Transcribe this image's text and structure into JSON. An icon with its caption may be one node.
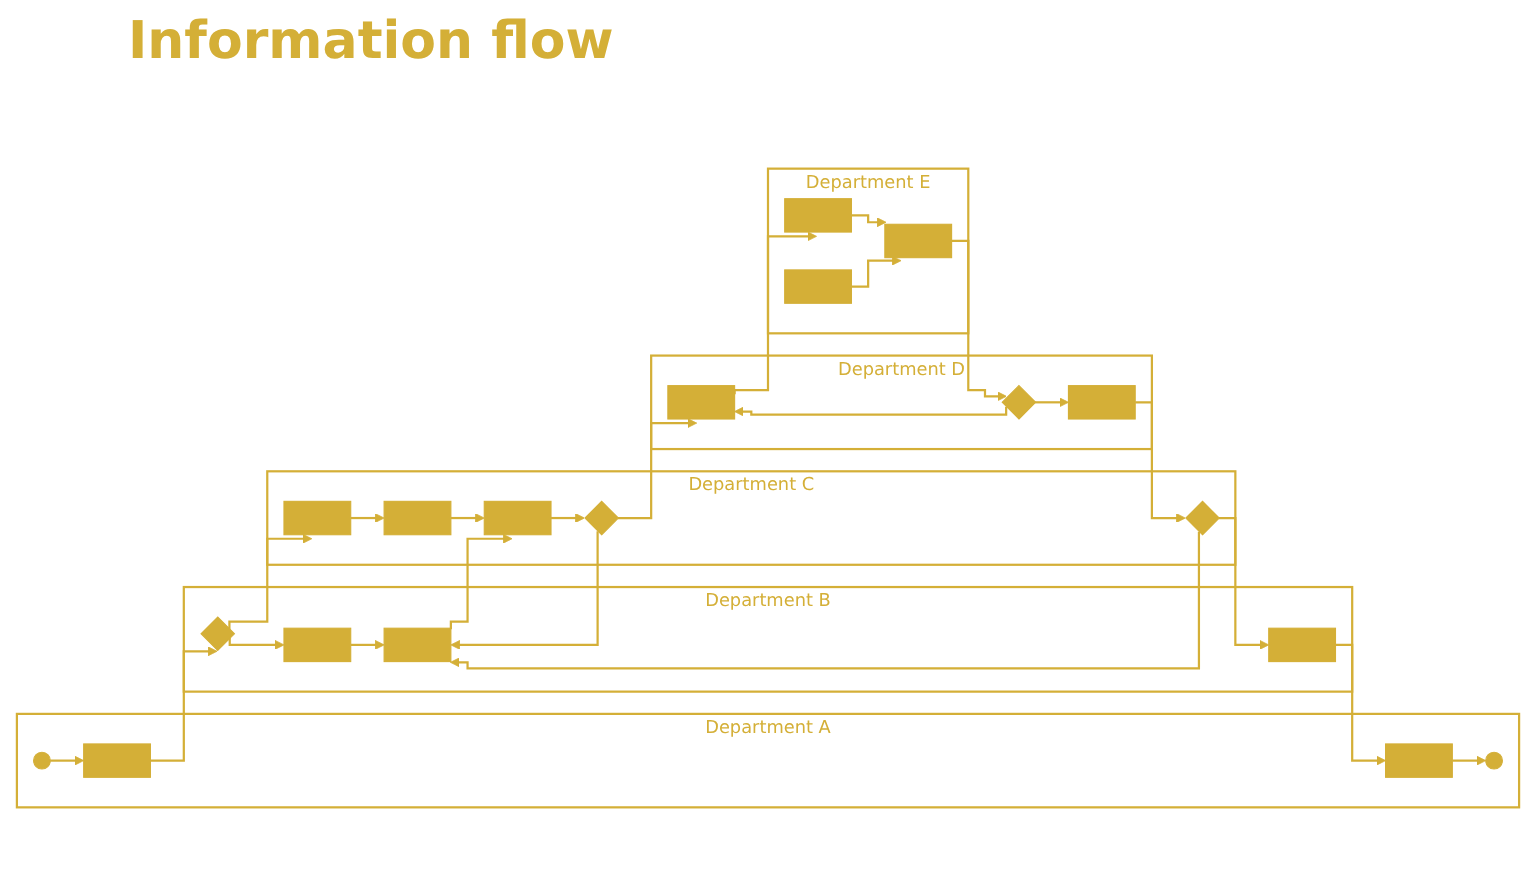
{
  "diagram": {
    "title": "Information flow",
    "nodes": [
      {
        "text": [
          "Department A"
        ]
      },
      {
        "text": [],
        "shape": "circle",
        "in": 0
      },
      {
        "text": [],
        "shape": "box",
        "in": 0
      },
      {
        "text": [],
        "shape": "box",
        "in": 0
      },
      {
        "text": [],
        "shape": "circle",
        "in": 0
      },
      {
        "text": [
          "Department B"
        ]
      },
      {
        "text": [],
        "shape": "diamond",
        "in": 5
      },
      {
        "text": [],
        "shape": "box",
        "in": 5
      },
      {
        "text": [],
        "shape": "box",
        "in": 5
      },
      {
        "text": [],
        "shape": "box",
        "in": 5
      },
      {
        "text": [
          "Department C"
        ]
      },
      {
        "text": [],
        "shape": "box",
        "in": 10
      },
      {
        "text": [],
        "shape": "box",
        "in": 10
      },
      {
        "text": [],
        "shape": "box",
        "in": 10
      },
      {
        "text": [],
        "shape": "diamond",
        "in": 10
      },
      {
        "text": [],
        "shape": "diamond",
        "in": 10
      },
      {
        "text": [
          "Department D"
        ]
      },
      {
        "text": [],
        "shape": "box",
        "in": 16
      },
      {
        "text": [],
        "shape": "diamond",
        "in": 16
      },
      {
        "text": [],
        "shape": "box",
        "in": 16
      },
      {
        "text": [
          "Department E"
        ]
      },
      {
        "text": [],
        "shape": "box",
        "in": 20
      },
      {
        "text": [],
        "shape": "box",
        "in": 20
      },
      {
        "text": [],
        "shape": "box",
        "in": 20
      }
    ],
    "edges": [
      {
        "from": 1,
        "to": 2,
        "arrow": "to"
      },
      {
        "from": 2,
        "to": 6,
        "arrow": "to"
      },
      {
        "from": 6,
        "to": 7,
        "arrow": "to"
      },
      {
        "from": 7,
        "to": 8,
        "arrow": "to"
      },
      {
        "from": 6,
        "to": 11,
        "arrow": "to"
      },
      {
        "from": 8,
        "to": 13,
        "arrow": "to"
      },
      {
        "from": 11,
        "to": 12,
        "arrow": "to"
      },
      {
        "from": 12,
        "to": 13,
        "arrow": "to"
      },
      {
        "from": 13,
        "to": 14,
        "arrow": "to"
      },
      {
        "from": 14,
        "to": 8,
        "arrow": "to"
      },
      {
        "from": 15,
        "to": 8,
        "arrow": "to"
      },
      {
        "from": 14,
        "to": 17,
        "arrow": "to"
      },
      {
        "from": 18,
        "to": 17,
        "arrow": "to"
      },
      {
        "from": 18,
        "to": 19,
        "arrow": "to"
      },
      {
        "from": 19,
        "to": 15,
        "arrow": "to"
      },
      {
        "from": 15,
        "to": 9,
        "arrow": "to"
      },
      {
        "from": 9,
        "to": 3,
        "arrow": "to"
      },
      {
        "from": 3,
        "to": 4,
        "arrow": "to"
      },
      {
        "from": 17,
        "to": 21,
        "arrow": "to"
      },
      {
        "from": 21,
        "to": 22,
        "arrow": "to"
      },
      {
        "from": 23,
        "to": 22,
        "arrow": "to"
      },
      {
        "from": 22,
        "to": 18,
        "arrow": "to"
      }
    ]
  }
}
